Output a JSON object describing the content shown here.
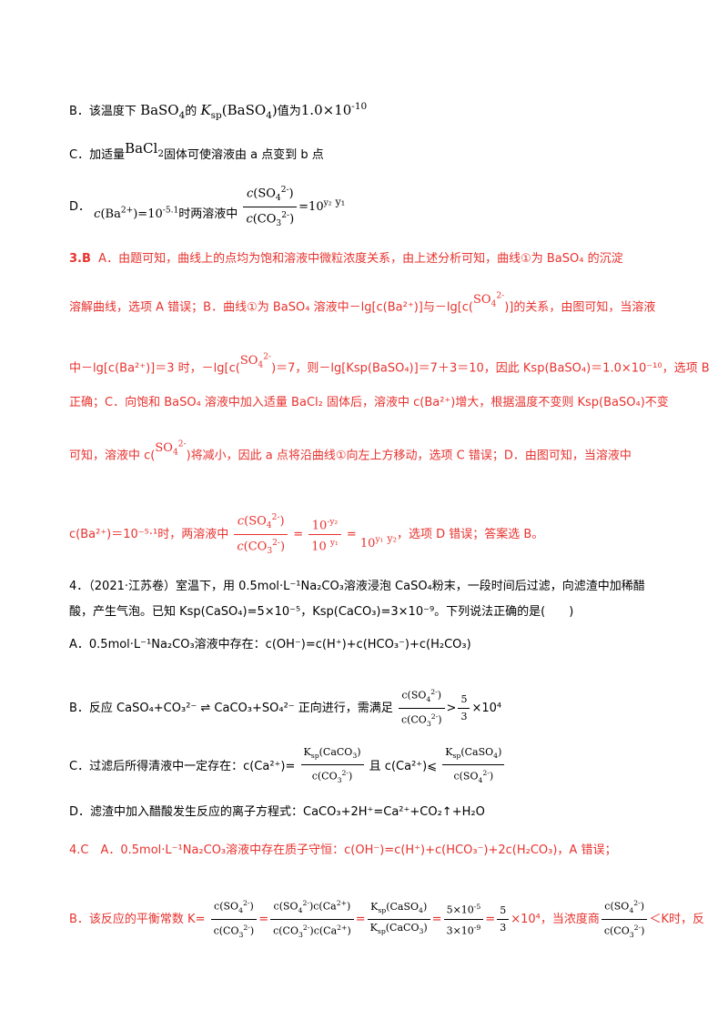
{
  "options": {
    "B": {
      "label": "B．该温度下",
      "mid": "的",
      "end": "值为",
      "value": "1.0×10",
      "exp": "-10"
    },
    "C": {
      "label": "C．加适量",
      "chem": "BaCl",
      "sub": "2",
      "text": "固体可使溶液由 a 点变到 b 点"
    },
    "D": {
      "label": "D．",
      "cond": "c(Ba",
      "cond_exp": "2+",
      "cond_val": ")=10",
      "cond_pow": "-5.1",
      "mid": "时两溶液中",
      "frac_num": "c(SO",
      "frac_den": "c(CO",
      "result": "=10",
      "result_exp": "y₂ - y₁"
    }
  },
  "answer3": {
    "tag": "3.B",
    "p1": "A．由题可知，曲线上的点均为饱和溶液中微粒浓度关系，由上述分析可知，曲线①为 BaSO₄ 的沉淀",
    "p2a": "溶解曲线，选项 A 错误；B．曲线①为 BaSO₄ 溶液中－lg[c(Ba²⁺)]与－lg[c(",
    "p2b": ")]的关系，由图可知，当溶液",
    "p3a": "中－lg[c(Ba²⁺)]＝3 时，－lg[c(",
    "p3b": ")＝7，则－lg[Ksp(BaSO₄)]＝7＋3＝10，因此 Ksp(BaSO₄)＝1.0×10⁻¹⁰，选项 B",
    "p4": "正确；C．向饱和 BaSO₄ 溶液中加入适量 BaCl₂ 固体后，溶液中 c(Ba²⁺)增大，根据温度不变则 Ksp(BaSO₄)不变",
    "p5a": "可知，溶液中 c(",
    "p5b": ")将减小，因此 a 点将沿曲线①向左上方移动，选项 C 错误；D．由图可知，当溶液中",
    "p6a": "c(Ba²⁺)＝10⁻⁵·¹时，两溶液中",
    "p6b": "，选项 D 错误；答案选 B。",
    "so4": "SO",
    "so4_sub": "4",
    "so4_sup": "2-"
  },
  "question4": {
    "l1": "4．（2021·江苏卷）室温下，用 0.5mol·L⁻¹Na₂CO₃溶液浸泡 CaSO₄粉末，一段时间后过滤，向滤渣中加稀醋",
    "l2": "酸，产生气泡。已知 Ksp(CaSO₄)=5×10⁻⁵，Ksp(CaCO₃)=3×10⁻⁹。下列说法正确的是(　　)",
    "A": "A．0.5mol·L⁻¹Na₂CO₃溶液中存在：c(OH⁻)=c(H⁺)+c(HCO₃⁻)+c(H₂CO₃)",
    "B": "B．反应 CaSO₄+CO₃²⁻ ⇌ CaCO₃+SO₄²⁻ 正向进行，需满足",
    "B_end": "×10⁴",
    "C1": "C．过滤后所得清液中一定存在：c(Ca²⁺)=",
    "C2": "且 c(Ca²⁺)⩽",
    "D": "D．滤渣中加入醋酸发生反应的离子方程式：CaCO₃+2H⁺=Ca²⁺+CO₂↑+H₂O"
  },
  "answer4": {
    "A": "4.C　A．0.5mol·L⁻¹Na₂CO₃溶液中存在质子守恒：c(OH⁻)=c(H⁺)+c(HCO₃⁻)+2c(H₂CO₃)，A 错误；",
    "B1": "B．该反应的平衡常数 K=",
    "B2": "×10⁴，当浓度商",
    "B3": "＜K时，反"
  }
}
